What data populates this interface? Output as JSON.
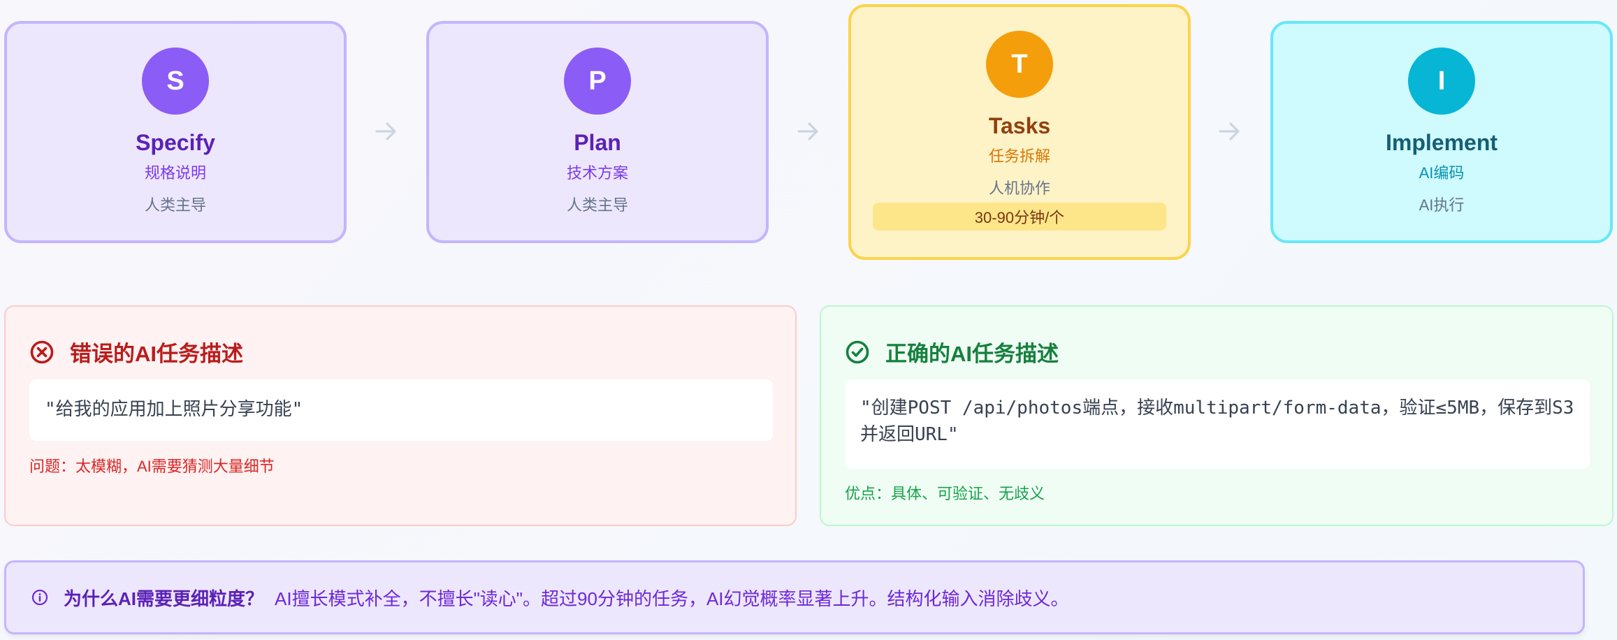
{
  "workflow": {
    "steps": [
      {
        "letter": "S",
        "title": "Specify",
        "subtitle": "规格说明",
        "role": "人类主导",
        "circle_color": "#8b5cf6",
        "title_color": "#5b21b6",
        "subtitle_color": "#7c3aed",
        "highlighted": false
      },
      {
        "letter": "P",
        "title": "Plan",
        "subtitle": "技术方案",
        "role": "人类主导",
        "circle_color": "#8b5cf6",
        "title_color": "#5b21b6",
        "subtitle_color": "#7c3aed",
        "highlighted": false
      },
      {
        "letter": "T",
        "title": "Tasks",
        "subtitle": "任务拆解",
        "role": "人机协作",
        "badge": "30-90分钟/个",
        "circle_color": "#f59e0b",
        "title_color": "#92400e",
        "subtitle_color": "#d97706",
        "highlighted": true
      },
      {
        "letter": "I",
        "title": "Implement",
        "subtitle": "AI编码",
        "role": "AI执行",
        "circle_color": "#06b6d4",
        "title_color": "#155e75",
        "subtitle_color": "#0891b2",
        "highlighted": false
      }
    ],
    "arrow_icon": "arrow-right-icon",
    "arrow_color": "#cbd5e1"
  },
  "comparison": {
    "bad": {
      "icon": "x-circle-icon",
      "title": "错误的AI任务描述",
      "example": "\"给我的应用加上照片分享功能\"",
      "note": "问题：太模糊，AI需要猜测大量细节",
      "title_color": "#b91c1c",
      "note_color": "#dc2626"
    },
    "good": {
      "icon": "check-circle-icon",
      "title": "正确的AI任务描述",
      "example": "\"创建POST /api/photos端点，接收multipart/form-data，验证≤5MB，保存到S3并返回URL\"",
      "note": "优点：具体、可验证、无歧义",
      "title_color": "#15803d",
      "note_color": "#16a34a"
    }
  },
  "callout": {
    "icon": "info-icon",
    "heading": "为什么AI需要更细粒度？",
    "body": "AI擅长模式补全，不擅长\"读心\"。超过90分钟的任务，AI幻觉概率显著上升。结构化输入消除歧义。"
  }
}
